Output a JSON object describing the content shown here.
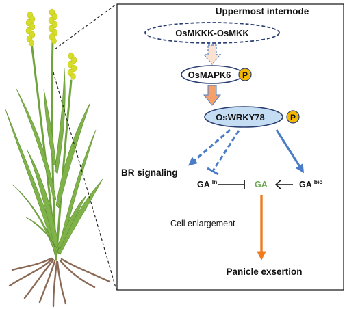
{
  "diagram": {
    "title": "Uppermost internode",
    "nodes": {
      "mkkk": "OsMKKK-OsMKK",
      "mapk6": "OsMAPK6",
      "wrky78": "OsWRKY78",
      "phospho": "P"
    },
    "outputs": {
      "br_signaling": "BR signaling",
      "ga_in": "GA",
      "ga_in_sup": "In",
      "ga": "GA",
      "ga_bio": "GA",
      "ga_bio_sup": "bio",
      "cell_enlargement": "Cell enlargement",
      "panicle_exsertion": "Panicle exsertion"
    },
    "colors": {
      "node_border": "#2b3f73",
      "wrky_fill": "#c5ddf2",
      "phospho_fill": "#f5b800",
      "blue_arrow": "#4a7cc7",
      "orange_arrow": "#f07a1e",
      "ga_green": "#6aa84f",
      "plant_green": "#7fb34a",
      "panicle_yellow": "#d6dc2a",
      "root_brown": "#8b6a55"
    }
  }
}
